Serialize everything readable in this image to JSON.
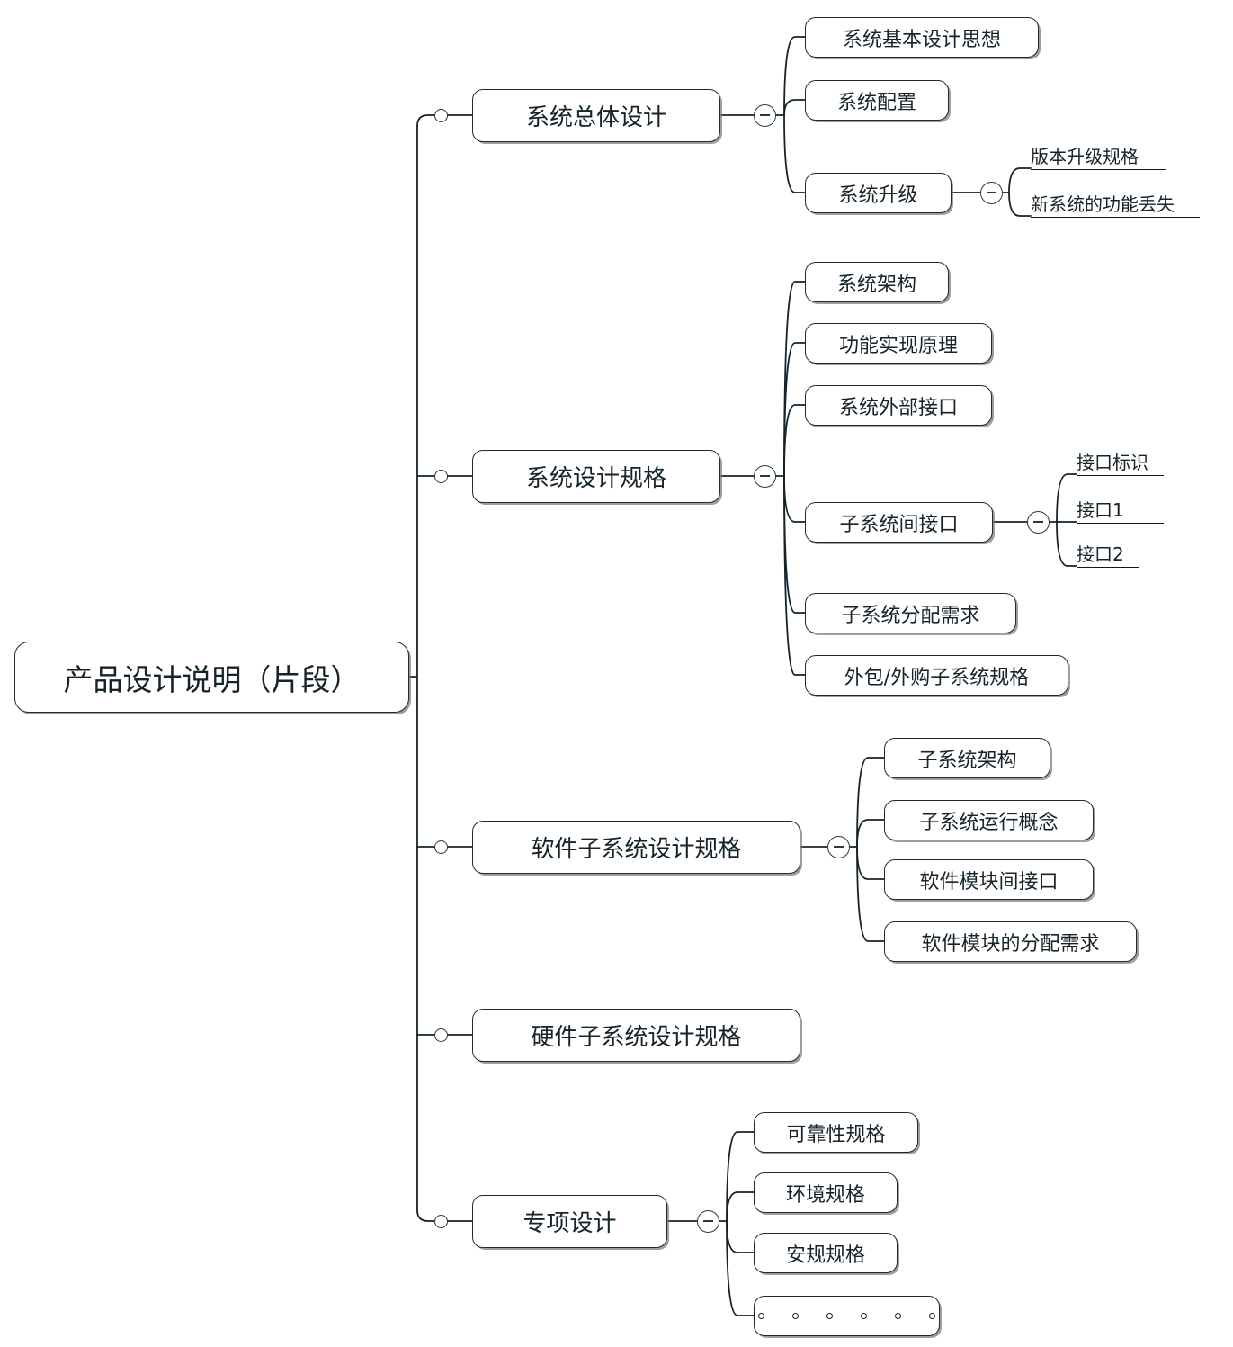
{
  "diagram": {
    "type": "mindmap",
    "title": "产品设计说明（片段）",
    "root": {
      "label": "产品设计说明（片段）"
    },
    "branches": [
      {
        "label": "系统总体设计",
        "children": [
          {
            "label": "系统基本设计思想",
            "children": []
          },
          {
            "label": "系统配置",
            "children": []
          },
          {
            "label": "系统升级",
            "children": [
              {
                "label": "版本升级规格"
              },
              {
                "label": "新系统的功能丢失"
              }
            ]
          }
        ]
      },
      {
        "label": "系统设计规格",
        "children": [
          {
            "label": "系统架构",
            "children": []
          },
          {
            "label": "功能实现原理",
            "children": []
          },
          {
            "label": "系统外部接口",
            "children": []
          },
          {
            "label": "子系统间接口",
            "children": [
              {
                "label": "接口标识"
              },
              {
                "label": "接口1"
              },
              {
                "label": "接口2"
              }
            ]
          },
          {
            "label": "子系统分配需求",
            "children": []
          },
          {
            "label": "外包/外购子系统规格",
            "children": []
          }
        ]
      },
      {
        "label": "软件子系统设计规格",
        "children": [
          {
            "label": "子系统架构",
            "children": []
          },
          {
            "label": "子系统运行概念",
            "children": []
          },
          {
            "label": "软件模块间接口",
            "children": []
          },
          {
            "label": "软件模块的分配需求",
            "children": []
          }
        ]
      },
      {
        "label": "硬件子系统设计规格",
        "children": []
      },
      {
        "label": "专项设计",
        "children": [
          {
            "label": "可靠性规格",
            "children": []
          },
          {
            "label": "环境规格",
            "children": []
          },
          {
            "label": "安规规格",
            "children": []
          },
          {
            "label": "",
            "children": [],
            "dots": 6
          }
        ]
      }
    ],
    "colors": {
      "line": "#16232b",
      "border": "#1d2b33",
      "text": "#16232b",
      "background": "#ffffff",
      "shadow": "#7d7d7d"
    }
  }
}
